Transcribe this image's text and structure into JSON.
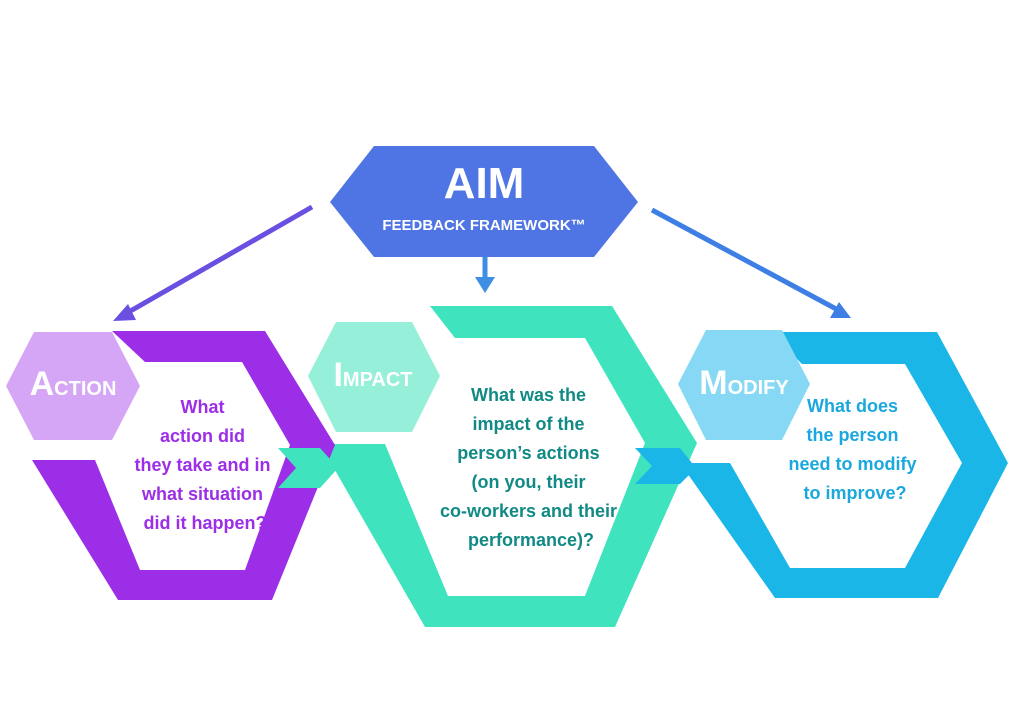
{
  "header": {
    "title": "AIM",
    "subtitle": "FEEDBACK FRAMEWORK™",
    "color": "#4F74E3"
  },
  "steps": [
    {
      "cap": "A",
      "rest": "CTION",
      "lines": [
        "What",
        "action did",
        "they take and in",
        "what situation",
        "did it happen?"
      ],
      "color": "#9B2EE6",
      "badge_color": "#D5A6F5",
      "text_color": "#9B2EE6"
    },
    {
      "cap": "I",
      "rest": "MPACT",
      "lines": [
        "What was the",
        "impact of the",
        "person’s actions",
        "(on you, their",
        "co-workers and their",
        "performance)?"
      ],
      "color": "#3FE3BE",
      "badge_color": "#95EFD9",
      "text_color": "#118A85"
    },
    {
      "cap": "M",
      "rest": "ODIFY",
      "lines": [
        "What does",
        "the person",
        "need to modify",
        "to improve?"
      ],
      "color": "#1BB6E8",
      "badge_color": "#86D8F4",
      "text_color": "#1BA8DE"
    }
  ],
  "arrows": {
    "left_color": "#6A4FE0",
    "center_color": "#3E8FE3",
    "right_color": "#3E7FE5"
  }
}
